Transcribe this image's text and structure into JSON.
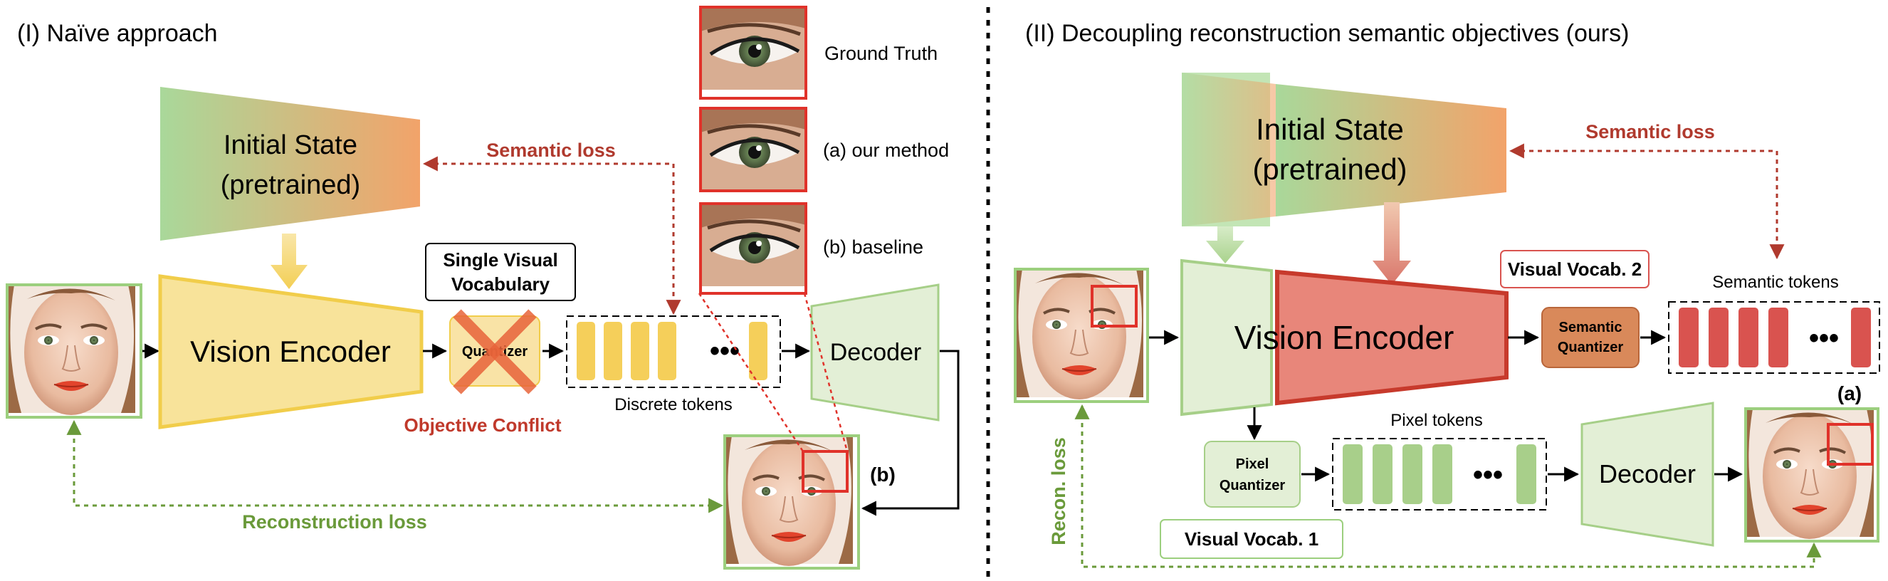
{
  "left_panel": {
    "title": "(I) Naïve approach",
    "initial_state": [
      "Initial State",
      "(pretrained)"
    ],
    "vision_encoder": "Vision Encoder",
    "quantizer": "Quantizer",
    "single_vocab": [
      "Single Visual",
      "Vocabulary"
    ],
    "semantic_loss": "Semantic loss",
    "objective_conflict": "Objective Conflict",
    "discrete_tokens": "Discrete tokens",
    "decoder": "Decoder",
    "reconstruction_loss": "Reconstruction loss",
    "marker_b": "(b)",
    "comparison": {
      "ground_truth": "Ground Truth",
      "our_method": "(a) our method",
      "baseline": "(b) baseline"
    }
  },
  "right_panel": {
    "title": "(II) Decoupling reconstruction semantic objectives (ours)",
    "initial_state": [
      "Initial State",
      "(pretrained)"
    ],
    "vision_encoder": "Vision Encoder",
    "semantic_loss": "Semantic loss",
    "visual_vocab_2": "Visual Vocab. 2",
    "semantic_tokens": "Semantic tokens",
    "semantic_quantizer": [
      "Semantic",
      "Quantizer"
    ],
    "pixel_quantizer": [
      "Pixel",
      "Quantizer"
    ],
    "pixel_tokens": "Pixel tokens",
    "decoder": "Decoder",
    "visual_vocab_1": "Visual Vocab. 1",
    "recon_loss": "Recon. loss",
    "marker_a": "(a)"
  },
  "colors": {
    "semantic_loss": "#b03a2e",
    "recon_loss": "#6a9a3a",
    "encoder_yellow": "#f8e39a",
    "encoder_red": "#e8867a",
    "green_block": "#e3efd6",
    "token_yellow": "#f5cf5a",
    "token_red": "#d9534f",
    "token_green": "#a8cf8a"
  }
}
